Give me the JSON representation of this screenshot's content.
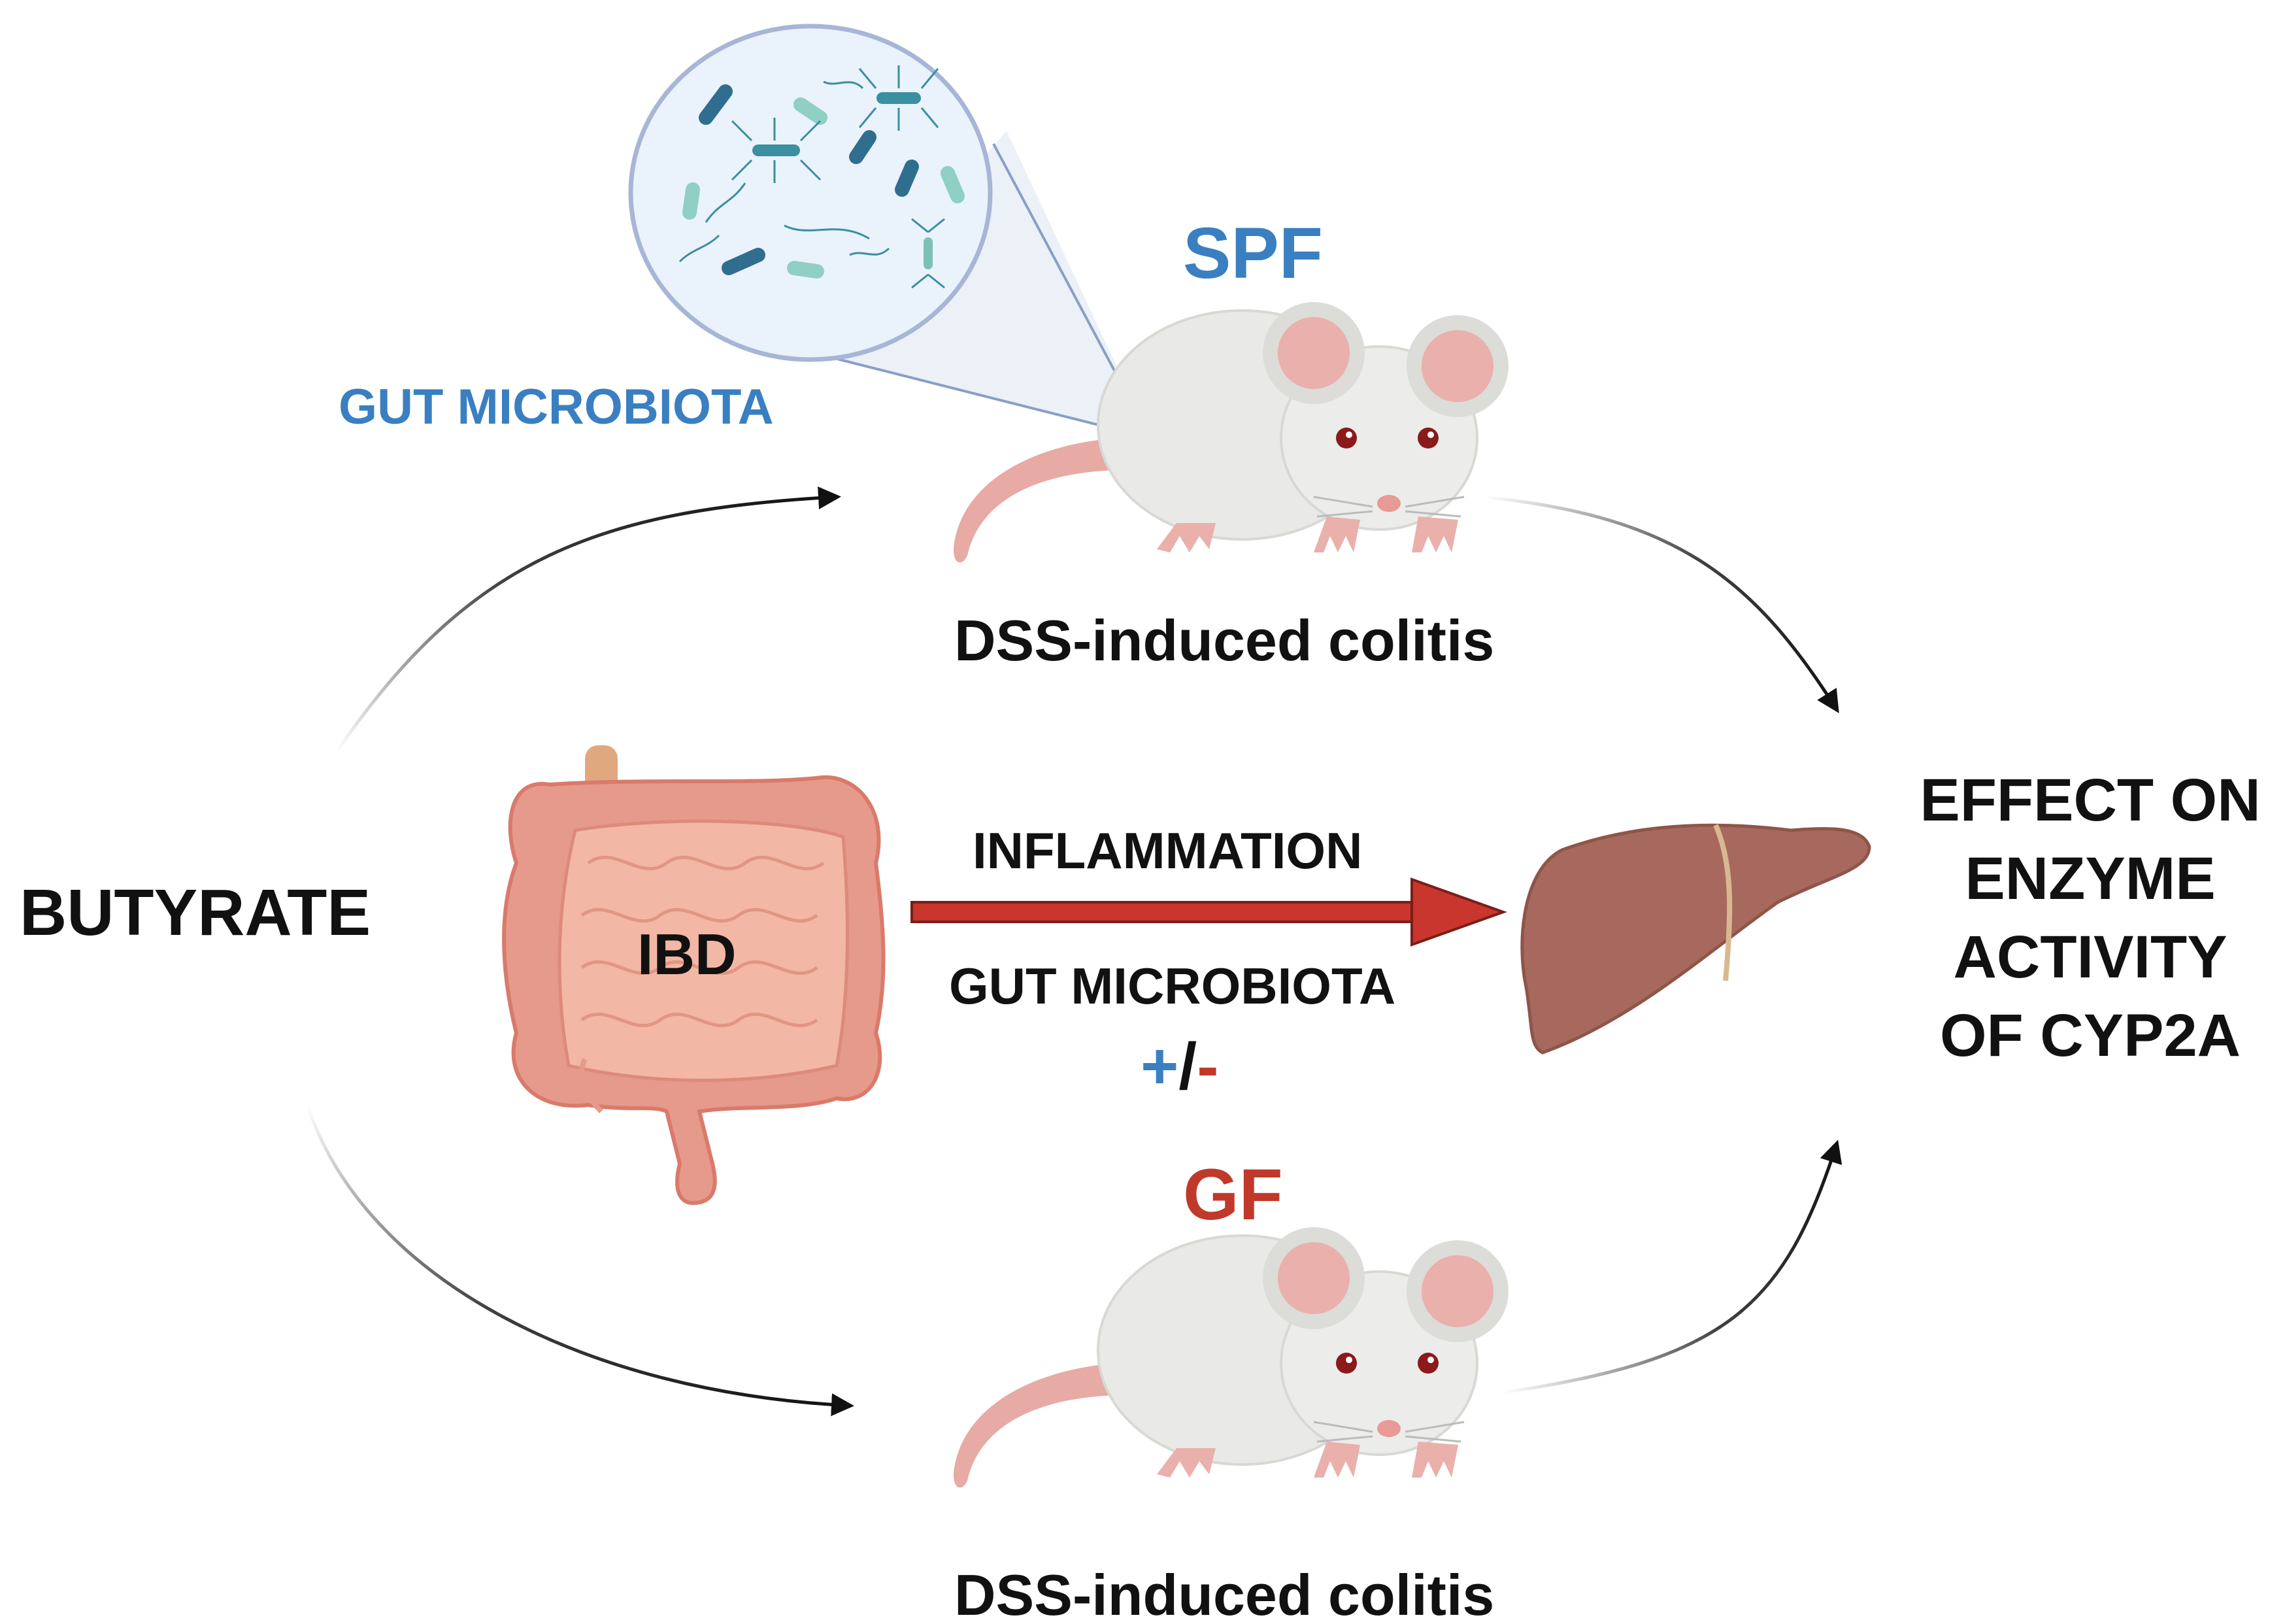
{
  "labels": {
    "gut_microbiota_top": "GUT MICROBIOTA",
    "spf": "SPF",
    "dss_top": "DSS-induced colitis",
    "butyrate": "BUTYRATE",
    "ibd": "IBD",
    "inflammation": "INFLAMMATION",
    "gut_microbiota_mid": "GUT MICROBIOTA",
    "plus": "+",
    "slash": "/",
    "minus": "-",
    "gf": "GF",
    "dss_bottom": "DSS-induced colitis",
    "effect_lines": [
      "EFFECT ON",
      "ENZYME",
      "ACTIVITY",
      "OF CYP2A"
    ]
  },
  "colors": {
    "blue": "#3a7fc1",
    "red": "#c0392b",
    "black": "#111111",
    "arrow_red": "#c8362d",
    "liver": "#a7695e",
    "intestine": "#e69a8c",
    "intestine_dark": "#d97a6b",
    "mouse": "#e9e9e7",
    "mouse_pink": "#eab0ab",
    "bubble": "#eaf2fb",
    "bubble_stroke": "#a7b6d6"
  },
  "icons": [
    "bacteria-bubble-icon",
    "mouse-icon",
    "intestine-icon",
    "liver-icon"
  ]
}
